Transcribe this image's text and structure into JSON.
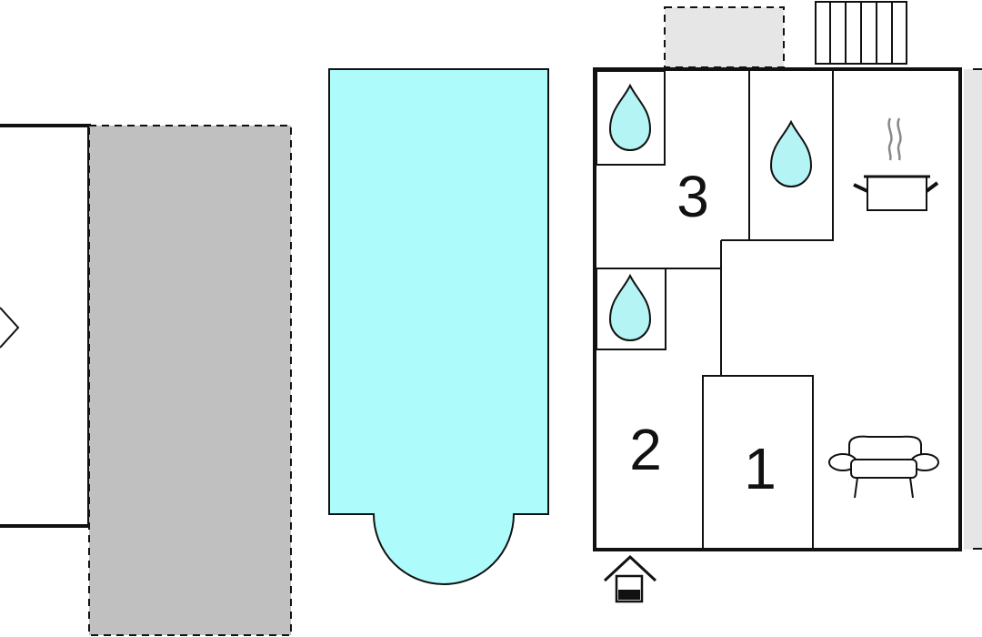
{
  "rooms": [
    {
      "number": "3"
    },
    {
      "number": "2"
    },
    {
      "number": "1"
    }
  ],
  "icons": {
    "bathroom_symbol": "water-drop-icon",
    "kitchen_symbol": "cooking-pot-icon",
    "living_symbol": "armchair-icon",
    "entrance_symbol": "entrance-icon",
    "stairs_symbol": "stairs-icon"
  },
  "colors": {
    "pool": "#aefbfb",
    "paved_area": "#c0c0c0",
    "light_area": "#e6e6e6",
    "wall": "#111111",
    "water_drop": "#b4f4f4"
  }
}
